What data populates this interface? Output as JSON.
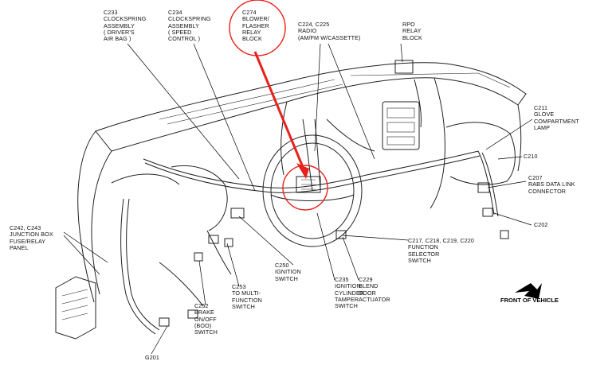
{
  "callouts": [
    {
      "id": "c233",
      "lines": [
        "C233",
        "CLOCKSPRING",
        "ASSEMBLY",
        "( DRIVER'S",
        "AIR BAG )"
      ]
    },
    {
      "id": "c234",
      "lines": [
        "C234",
        "CLOCKSPRING",
        "ASSEMBLY",
        "( SPEED",
        "CONTROL )"
      ]
    },
    {
      "id": "c274",
      "lines": [
        "C274",
        "BLOWER/",
        "FLASHER",
        "RELAY",
        "BLOCK"
      ]
    },
    {
      "id": "c224",
      "lines": [
        "C224, C225",
        "RADIO",
        "(AM/FM W/CASSETTE)"
      ]
    },
    {
      "id": "rpo",
      "lines": [
        "RPO",
        "RELAY",
        "BLOCK"
      ]
    },
    {
      "id": "c211",
      "lines": [
        "C211",
        "GLOVE",
        "COMPARTMENT",
        "LAMP"
      ]
    },
    {
      "id": "c210",
      "lines": [
        "C210"
      ]
    },
    {
      "id": "c207",
      "lines": [
        "C207",
        "RABS DATA LINK",
        "CONNECTOR"
      ]
    },
    {
      "id": "c202",
      "lines": [
        "C202"
      ]
    },
    {
      "id": "c217",
      "lines": [
        "C217, C218, C219, C220",
        "FUNCTION",
        "SELECTOR",
        "SWITCH"
      ]
    },
    {
      "id": "c229",
      "lines": [
        "C229",
        "BLEND",
        "DOOR",
        "ACTUATOR"
      ]
    },
    {
      "id": "c235",
      "lines": [
        "C235",
        "IGNITION",
        "CYLINDER",
        "TAMPER",
        "SWITCH"
      ]
    },
    {
      "id": "c250",
      "lines": [
        "C250",
        "IGNITION",
        "SWITCH"
      ]
    },
    {
      "id": "c253",
      "lines": [
        "C253",
        "TO MULTI-",
        "FUNCTION",
        "SWITCH"
      ]
    },
    {
      "id": "c252",
      "lines": [
        "C252",
        "BRAKE",
        "ON/OFF",
        "(BOO)",
        "SWITCH"
      ]
    },
    {
      "id": "g201",
      "lines": [
        "G201"
      ]
    },
    {
      "id": "c242",
      "lines": [
        "C242, C243",
        "JUNCTION BOX",
        "FUSE/RELAY",
        "PANEL"
      ]
    }
  ],
  "front_label": "FRONT OF VEHICLE",
  "highlight_color": "#e8211b"
}
